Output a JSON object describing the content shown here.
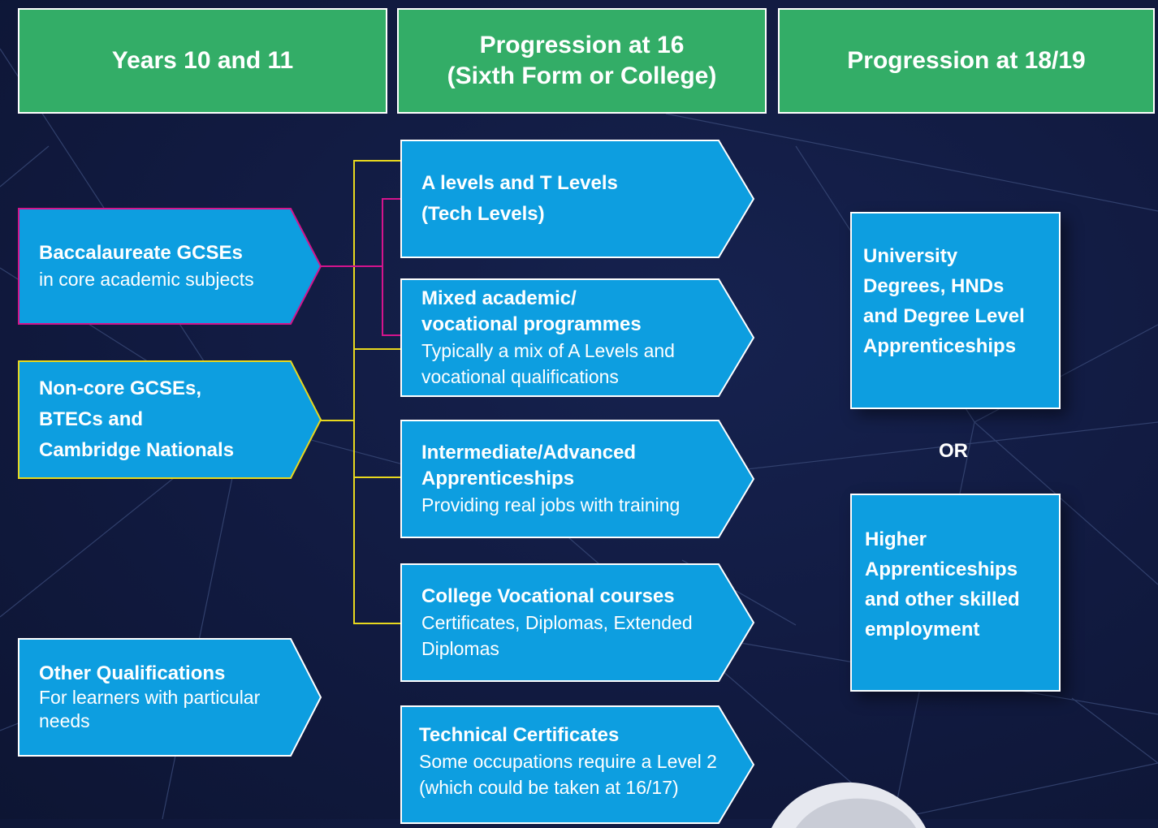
{
  "headers": {
    "col1": "Years 10 and 11",
    "col2": "Progression at 16\n(Sixth Form or College)",
    "col3": "Progression at 18/19"
  },
  "left": {
    "bacc": {
      "title": "Baccalaureate GCSEs",
      "sub": "in core academic subjects"
    },
    "noncore": {
      "title": "Non-core GCSEs,\nBTECs and\nCambridge Nationals"
    },
    "other": {
      "title": "Other Qualifications",
      "sub": "For learners with particular\nneeds"
    }
  },
  "middle": {
    "alevels": {
      "title": "A levels and T Levels\n(Tech Levels)"
    },
    "mixed": {
      "title": "Mixed academic/\nvocational programmes",
      "sub": "Typically a mix of A Levels and\nvocational qualifications"
    },
    "apprentice": {
      "title": "Intermediate/Advanced\nApprenticeships",
      "sub": "Providing real jobs with training"
    },
    "college": {
      "title": "College Vocational courses",
      "sub": "Certificates, Diplomas, Extended\nDiplomas"
    },
    "technical": {
      "title": "Technical Certificates",
      "sub": "Some occupations require a Level 2\n(which could be taken at 16/17)"
    }
  },
  "right": {
    "university": "University\nDegrees, HNDs\nand Degree Level\nApprenticeships",
    "or": "OR",
    "higher": "Higher\nApprenticeships\nand other skilled\nemployment"
  },
  "colors": {
    "header_green": "#33ad67",
    "box_blue": "#0d9ee0",
    "magenta": "#d4148c",
    "yellow": "#e8d81e",
    "background": "#111a40"
  }
}
